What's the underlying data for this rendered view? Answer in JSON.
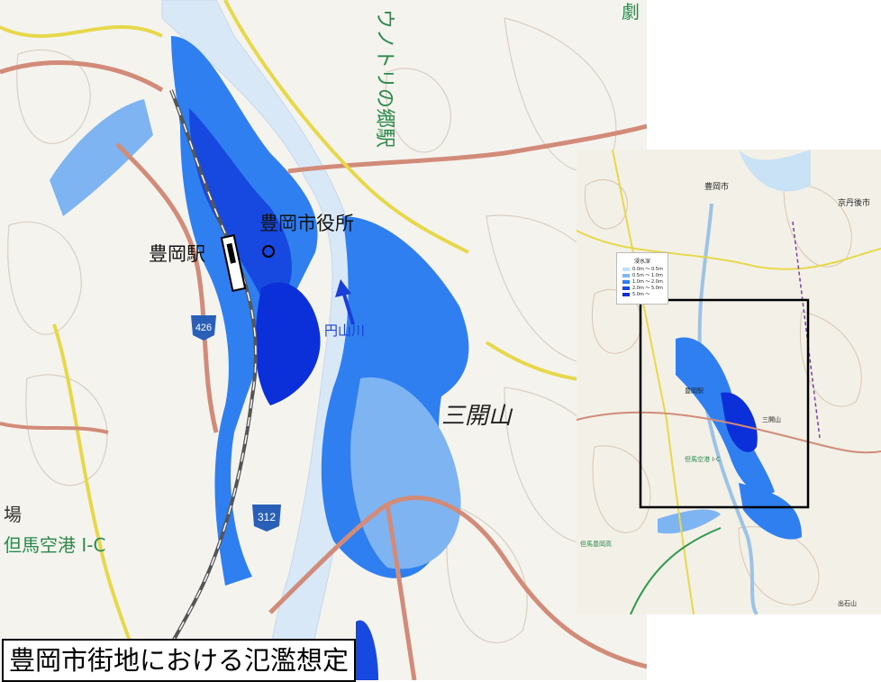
{
  "main_map": {
    "labels": {
      "station": "豊岡駅",
      "city_hall": "豊岡市役所",
      "river": "円山川",
      "mountain": "三開山",
      "route_426": "426",
      "route_312": "312",
      "road_place": "ウノトリの郷駅",
      "airport_ic": "但馬空港 I-C",
      "left_edge": "場",
      "mountain_right": "劇"
    },
    "colors": {
      "flood_light": "#7fb4f2",
      "flood_mid": "#2f7ff0",
      "flood_deep": "#0b2fd8",
      "road": "#d28b78",
      "highway": "#e6d84a",
      "rail": "#555555",
      "river": "#d9e8f7"
    }
  },
  "inset_map": {
    "labels": {
      "city": "豊岡市",
      "city2": "京丹後市",
      "station": "豊岡駅",
      "mountain": "三開山",
      "ic": "但馬空港 I-C",
      "bottom_mountain": "出石山",
      "road_names": "但馬豊岡高"
    },
    "legend": {
      "title": "浸水深",
      "items": [
        {
          "label": "0.0m ～ 0.5m",
          "color": "#bfe0ff"
        },
        {
          "label": "0.5m ～ 1.0m",
          "color": "#7fb4f2"
        },
        {
          "label": "1.0m ～ 2.0m",
          "color": "#2f7ff0"
        },
        {
          "label": "2.0m ～ 5.0m",
          "color": "#1749e0"
        },
        {
          "label": "5.0m ～",
          "color": "#0b2fd8"
        }
      ]
    }
  },
  "caption": "豊岡市街地における氾濫想定"
}
